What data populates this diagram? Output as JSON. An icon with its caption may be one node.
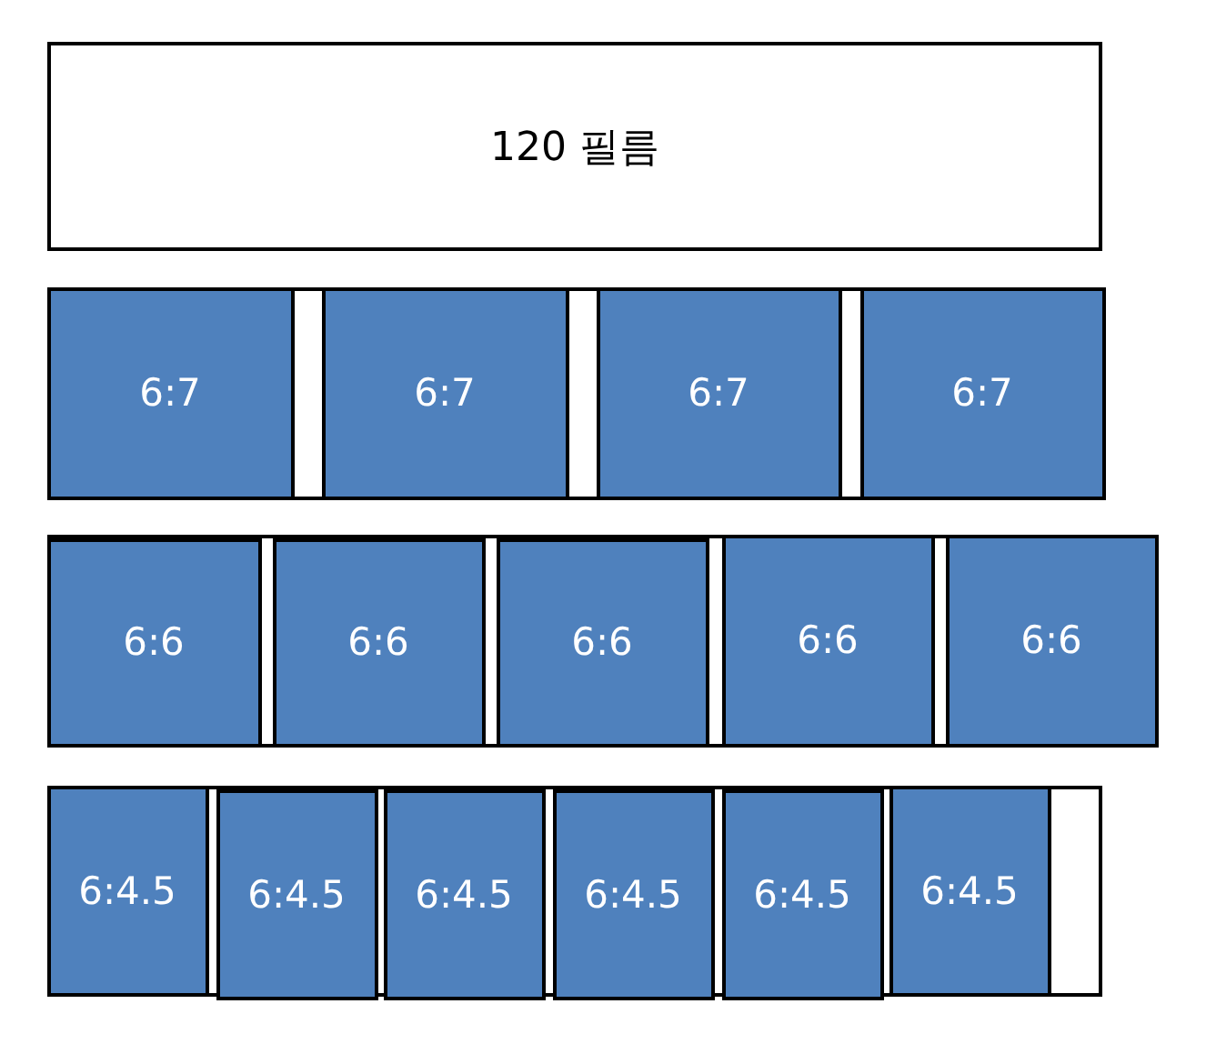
{
  "diagram": {
    "nodes": [
      {
        "text": [
          "120 필름"
        ]
      },
      {
        "text": [],
        "shape": "bar"
      },
      {
        "text": [
          "6:7"
        ],
        "in": 1
      },
      {
        "text": [
          "6:7"
        ],
        "in": 1
      },
      {
        "text": [
          "6:7"
        ],
        "in": 1
      },
      {
        "text": [
          "6:7"
        ],
        "in": 1
      },
      {
        "text": [],
        "shape": "bar"
      },
      {
        "text": [
          "6:6"
        ],
        "in": 6
      },
      {
        "text": [
          "6:6"
        ],
        "in": 6
      },
      {
        "text": [
          "6:6"
        ],
        "in": 6
      },
      {
        "text": [
          "6:6"
        ],
        "in": 6
      },
      {
        "text": [
          "6:6"
        ],
        "in": 6
      },
      {
        "text": [],
        "shape": "bar"
      },
      {
        "text": [
          "6:4.5"
        ],
        "in": 12
      },
      {
        "text": [
          "6:4.5"
        ],
        "in": 12
      },
      {
        "text": [
          "6:4.5"
        ],
        "in": 12
      },
      {
        "text": [
          "6:4.5"
        ],
        "in": 12
      },
      {
        "text": [
          "6:4.5"
        ],
        "in": 12
      },
      {
        "text": [
          "6:4.5"
        ],
        "in": 12
      }
    ]
  }
}
